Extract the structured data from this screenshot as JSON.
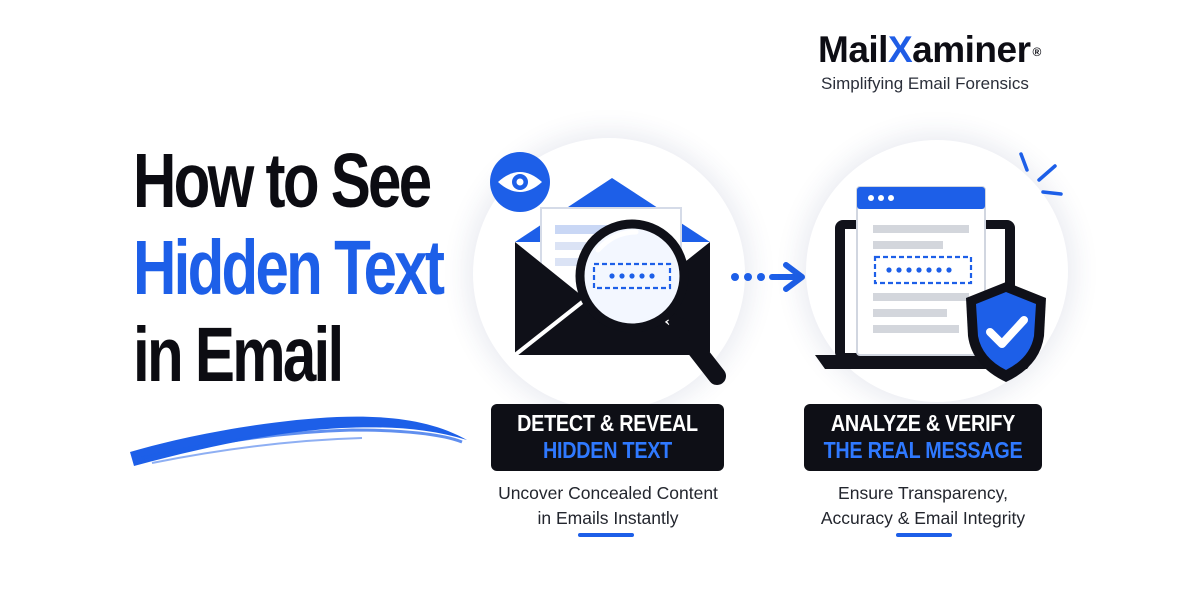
{
  "brand": {
    "name_part1": "Mail",
    "name_x": "X",
    "name_part2": "aminer",
    "registered": "®",
    "tagline": "Simplifying Email Forensics"
  },
  "headline": {
    "line1": "How to See",
    "line2": "Hidden Text",
    "line3": "in Email"
  },
  "steps": [
    {
      "title_line1": "DETECT & REVEAL",
      "title_line2": "HIDDEN TEXT",
      "desc_line1": "Uncover Concealed Content",
      "desc_line2": "in Emails Instantly"
    },
    {
      "title_line1": "ANALYZE & VERIFY",
      "title_line2": "THE REAL MESSAGE",
      "desc_line1": "Ensure Transparency,",
      "desc_line2": "Accuracy & Email Integrity"
    }
  ],
  "icons": {
    "eye": "eye-icon",
    "envelope": "envelope-icon",
    "magnifier": "magnifying-glass-icon",
    "arrow": "arrow-right-icon",
    "laptop": "laptop-icon",
    "shield": "shield-check-icon",
    "brush": "brush-stroke-icon"
  },
  "colors": {
    "accent_blue": "#1d5fe8",
    "dark": "#0e0f16",
    "label_blue": "#2f79ff"
  }
}
